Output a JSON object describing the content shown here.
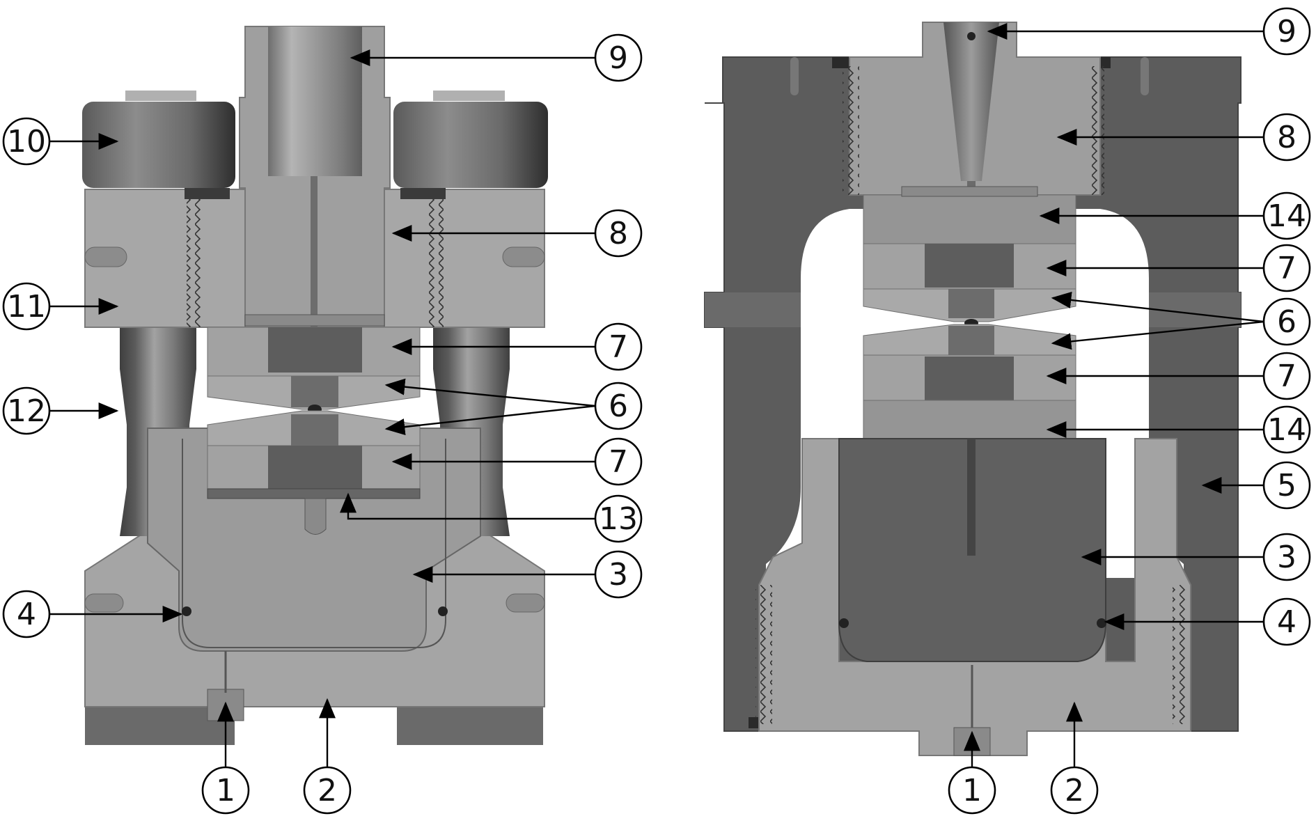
{
  "figure": {
    "left_assembly": {
      "callouts": [
        {
          "id": "l9",
          "label": "9"
        },
        {
          "id": "l10",
          "label": "10"
        },
        {
          "id": "l8",
          "label": "8"
        },
        {
          "id": "l11",
          "label": "11"
        },
        {
          "id": "l7a",
          "label": "7"
        },
        {
          "id": "l12",
          "label": "12"
        },
        {
          "id": "l6",
          "label": "6"
        },
        {
          "id": "l7b",
          "label": "7"
        },
        {
          "id": "l13",
          "label": "13"
        },
        {
          "id": "l3",
          "label": "3"
        },
        {
          "id": "l4",
          "label": "4"
        },
        {
          "id": "l1",
          "label": "1"
        },
        {
          "id": "l2",
          "label": "2"
        }
      ]
    },
    "right_assembly": {
      "callouts": [
        {
          "id": "r9",
          "label": "9"
        },
        {
          "id": "r8",
          "label": "8"
        },
        {
          "id": "r14a",
          "label": "14"
        },
        {
          "id": "r7a",
          "label": "7"
        },
        {
          "id": "r6",
          "label": "6"
        },
        {
          "id": "r7b",
          "label": "7"
        },
        {
          "id": "r14b",
          "label": "14"
        },
        {
          "id": "r5",
          "label": "5"
        },
        {
          "id": "r3",
          "label": "3"
        },
        {
          "id": "r4",
          "label": "4"
        },
        {
          "id": "r1",
          "label": "1"
        },
        {
          "id": "r2",
          "label": "2"
        }
      ]
    },
    "colors": {
      "light_steel": "#9a9a9a",
      "mid_steel": "#848484",
      "dark_steel": "#5f5f5f",
      "darkest": "#3a3a3a",
      "background": "#ffffff"
    }
  }
}
